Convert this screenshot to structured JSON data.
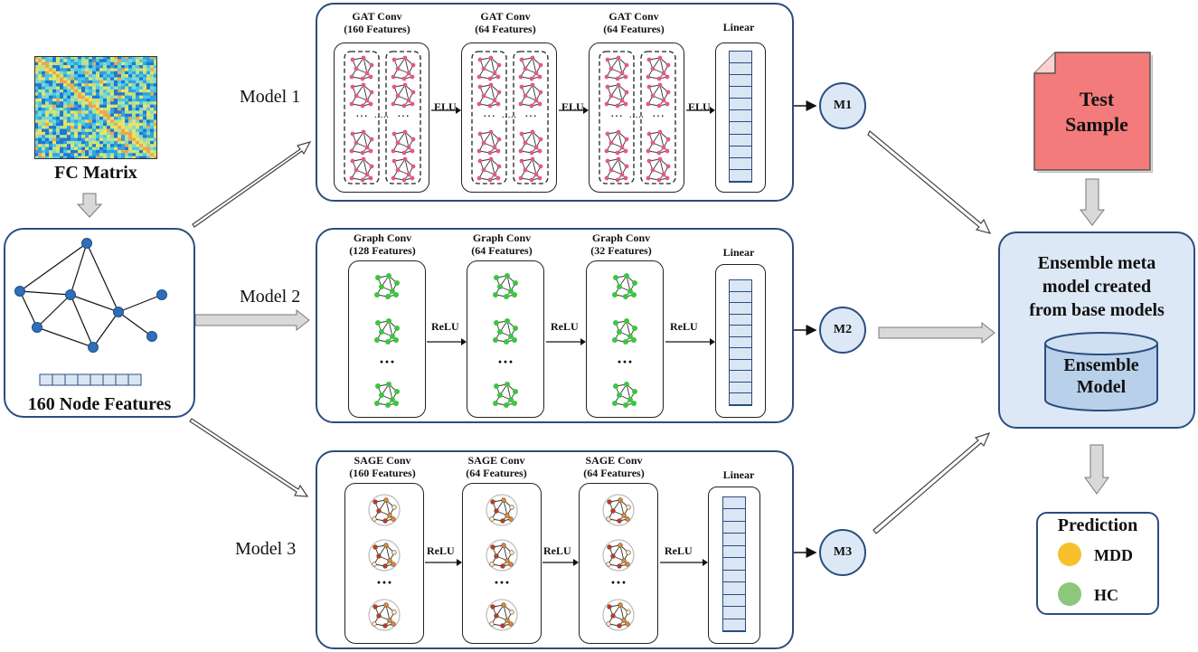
{
  "input": {
    "fc_label": "FC Matrix",
    "node_features_label": "160 Node Features"
  },
  "models": [
    {
      "label": "Model 1",
      "layers": [
        {
          "title": "GAT  Conv\n(160 Features)"
        },
        {
          "title": "GAT  Conv\n(64 Features)"
        },
        {
          "title": "GAT  Conv\n(64 Features)"
        }
      ],
      "activation": "ELU",
      "linear_label": "Linear",
      "output": "M1",
      "node_color": "#e05a8a"
    },
    {
      "label": "Model 2",
      "layers": [
        {
          "title": "Graph  Conv\n(128 Features)"
        },
        {
          "title": "Graph  Conv\n(64 Features)"
        },
        {
          "title": "Graph  Conv\n(32 Features)"
        }
      ],
      "activation": "ReLU",
      "linear_label": "Linear",
      "output": "M2",
      "node_color": "#3ec443"
    },
    {
      "label": "Model 3",
      "layers": [
        {
          "title": "SAGE  Conv\n(160 Features)"
        },
        {
          "title": "SAGE  Conv\n(64 Features)"
        },
        {
          "title": "SAGE  Conv\n(64 Features)"
        }
      ],
      "activation": "ReLU",
      "linear_label": "Linear",
      "output": "M3",
      "node_color": "#c0392b"
    }
  ],
  "test_sample": {
    "label": "Test\nSample",
    "color": "#f47b7b"
  },
  "ensemble": {
    "title": "Ensemble meta\nmodel created\nfrom base models",
    "db_label": "Ensemble\nModel"
  },
  "prediction": {
    "title": "Prediction",
    "classes": [
      {
        "label": "MDD",
        "color": "#f6c02e"
      },
      {
        "label": "HC",
        "color": "#8dc77b"
      }
    ]
  },
  "colors": {
    "panel_border": "#2b4d7e",
    "panel_fill": "#dce8f5",
    "graph_node": "#2f6fb8"
  }
}
